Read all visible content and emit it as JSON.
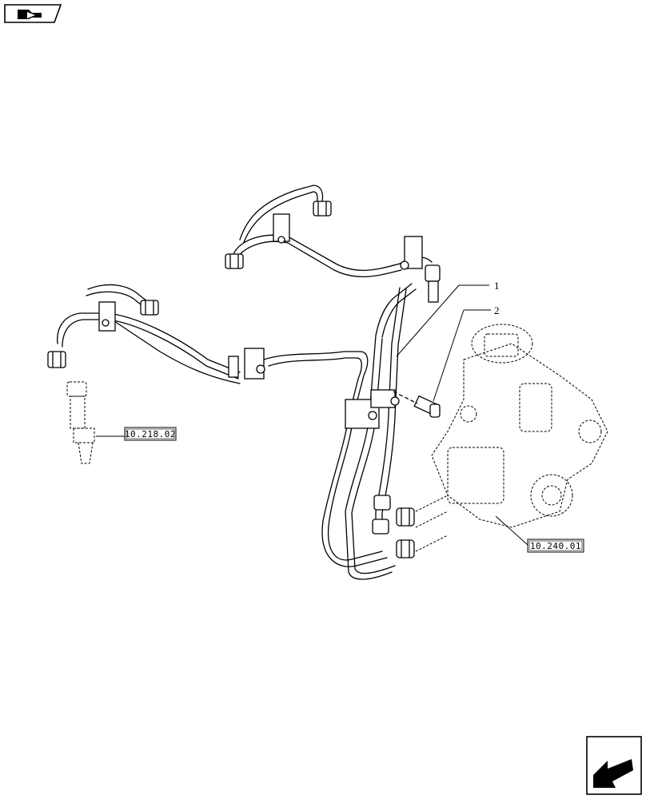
{
  "header": {
    "icon": "book-arrow-icon"
  },
  "callouts": [
    {
      "id": "1",
      "label": "1"
    },
    {
      "id": "2",
      "label": "2"
    }
  ],
  "references": [
    {
      "id": "ref-injector",
      "label": "10.218.02"
    },
    {
      "id": "ref-pump",
      "label": "10.240.01"
    }
  ],
  "footer": {
    "icon": "next-page-arrow-icon"
  }
}
